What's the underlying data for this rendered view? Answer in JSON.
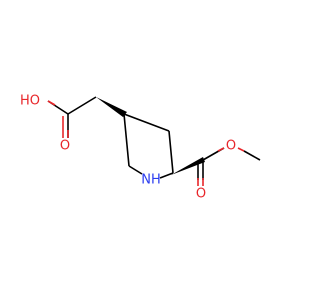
{
  "molecule": {
    "atoms": {
      "hydroxyl": "HO",
      "acid_carbonyl_oxygen": "O",
      "ring_nitrogen": "NH",
      "ester_carbonyl_oxygen": "O",
      "ester_oxygen": "O"
    },
    "colors": {
      "oxygen": "#e8262a",
      "nitrogen": "#2a3cf0",
      "bond": "#000000",
      "background": "#ffffff"
    }
  }
}
